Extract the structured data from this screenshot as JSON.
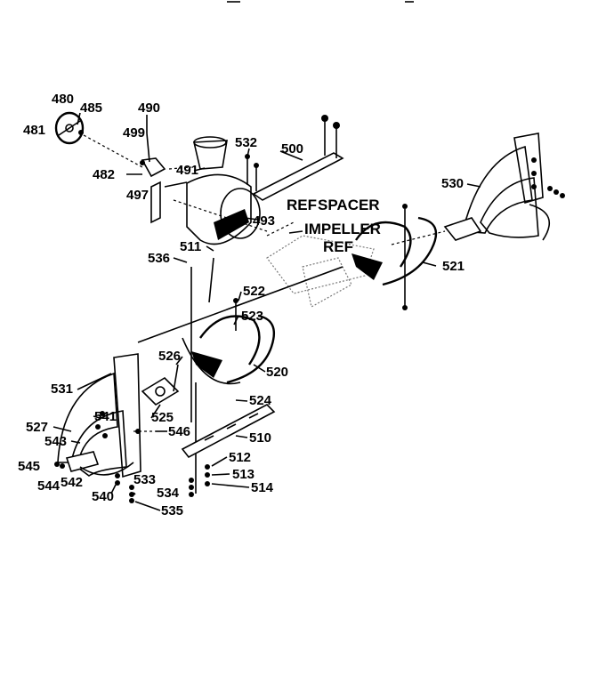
{
  "labels": {
    "l480": "480",
    "l485": "485",
    "l481": "481",
    "l490": "490",
    "l499": "499",
    "l482": "482",
    "l497": "497",
    "l491": "491",
    "l532": "532",
    "l500": "500",
    "l530": "530",
    "l_ref_spacer_ref": "REF",
    "l_spacer": "SPACER",
    "l493": "493",
    "l_impeller": "IMPELLER",
    "l_impeller_ref": "REF",
    "l511": "511",
    "l536": "536",
    "l521": "521",
    "l522": "522",
    "l523": "523",
    "l526": "526",
    "l520": "520",
    "l531": "531",
    "l524": "524",
    "l525": "525",
    "l541": "541",
    "l527": "527",
    "l546": "546",
    "l510": "510",
    "l543": "543",
    "l512": "512",
    "l545": "545",
    "l513": "513",
    "l533": "533",
    "l544": "544",
    "l542": "542",
    "l514": "514",
    "l534": "534",
    "l540": "540",
    "l535": "535"
  }
}
